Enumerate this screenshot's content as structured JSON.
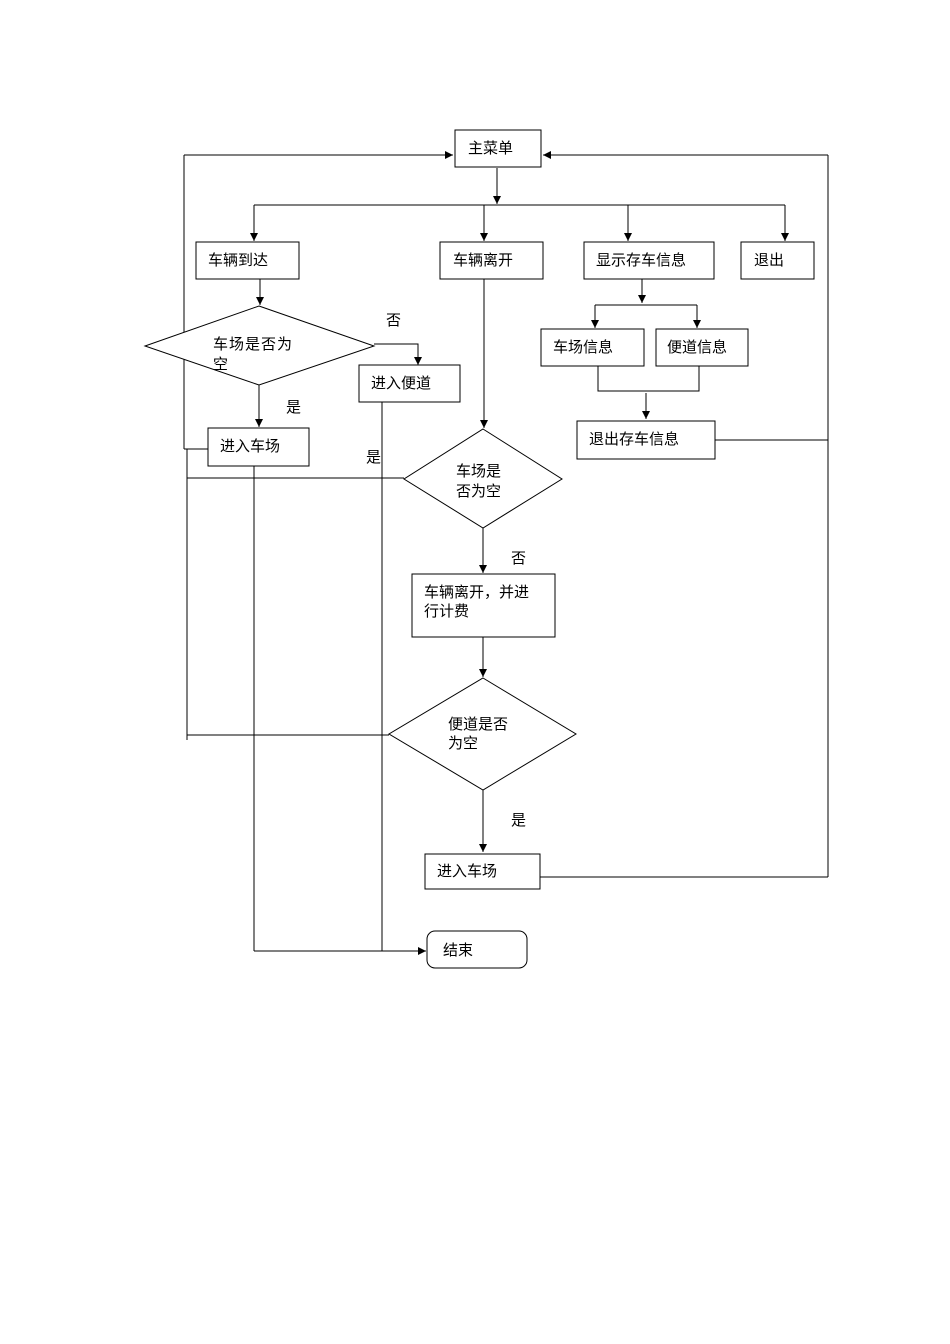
{
  "nodes": {
    "main_menu": "主菜单",
    "car_arrive": "车辆到达",
    "car_leave": "车辆离开",
    "show_info": "显示存车信息",
    "exit": "退出",
    "lot_empty_q": [
      "车场是否为",
      "空"
    ],
    "enter_sidewalk": "进入便道",
    "enter_lot_1": "进入车场",
    "lot_info": "车场信息",
    "side_info": "便道信息",
    "exit_info": "退出存车信息",
    "lot_empty_q2": [
      "车场是",
      "否为空"
    ],
    "leave_and_bill": [
      "车辆离开，并进",
      "行计费"
    ],
    "side_empty_q": [
      "便道是否",
      "为空"
    ],
    "enter_lot_2": "进入车场",
    "end": "结束"
  },
  "edge_labels": {
    "no_1": "否",
    "yes_1": "是",
    "yes_2": "是",
    "no_2": "否",
    "yes_3": "是"
  }
}
